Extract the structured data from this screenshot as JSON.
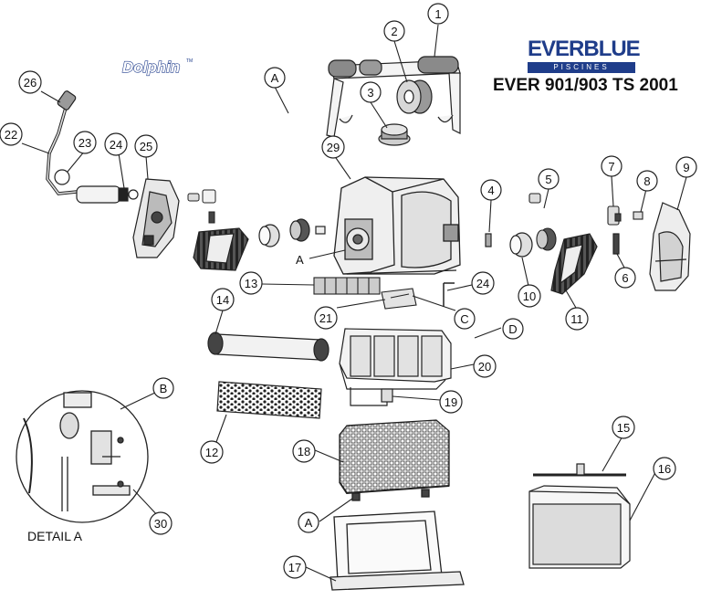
{
  "brand": {
    "logo_main": "EVERBLUE",
    "logo_sub": "PISCINES",
    "model_title": "EVER 901/903 TS 2001",
    "dolphin_logo": "Dolphin",
    "dolphin_tm": "TM"
  },
  "detail_label": "DETAIL A",
  "callouts": {
    "c1": "1",
    "c2": "2",
    "c3": "3",
    "c4": "4",
    "c5": "5",
    "c6": "6",
    "c7": "7",
    "c8": "8",
    "c9": "9",
    "c10": "10",
    "c11": "11",
    "c12": "12",
    "c13": "13",
    "c14": "14",
    "c15": "15",
    "c16": "16",
    "c17": "17",
    "c18": "18",
    "c19": "19",
    "c20": "20",
    "c21": "21",
    "c22": "22",
    "c23": "23",
    "c24a": "24",
    "c24b": "24",
    "c25": "25",
    "c26": "26",
    "c29": "29",
    "c30": "30",
    "cA1": "A",
    "cA2": "A",
    "cA3": "A",
    "cB": "B",
    "cC": "C",
    "cD": "D"
  }
}
